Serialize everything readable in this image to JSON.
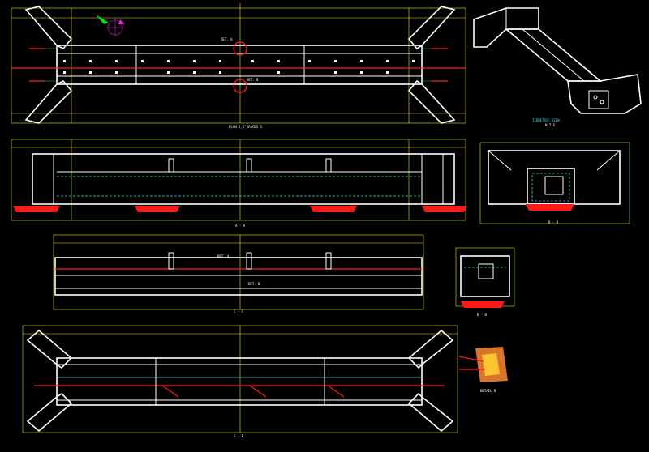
{
  "labels": {
    "plan_title": "PLAN 2_5°SPACES 3",
    "isometric_title": "ISOMETRIC VIEW",
    "isometric_scale": "N.T.S",
    "section_a": "A - A",
    "section_b": "B - B",
    "section_c": "C - C",
    "section_d": "D - D",
    "section_e": "E - E",
    "detail_a": "DET. A",
    "detail_b": "DET. B",
    "detail_title": "DETAIL B"
  },
  "colors": {
    "background": "#000000",
    "outline": "#ffffff",
    "dimension": "#e6e600",
    "leader": "#00e600",
    "rebar": "#ff1a1a",
    "hatch": "#36e0e0",
    "north_arrow": "#e020e0"
  },
  "icons": {
    "north_arrow": "north-arrow-icon"
  }
}
